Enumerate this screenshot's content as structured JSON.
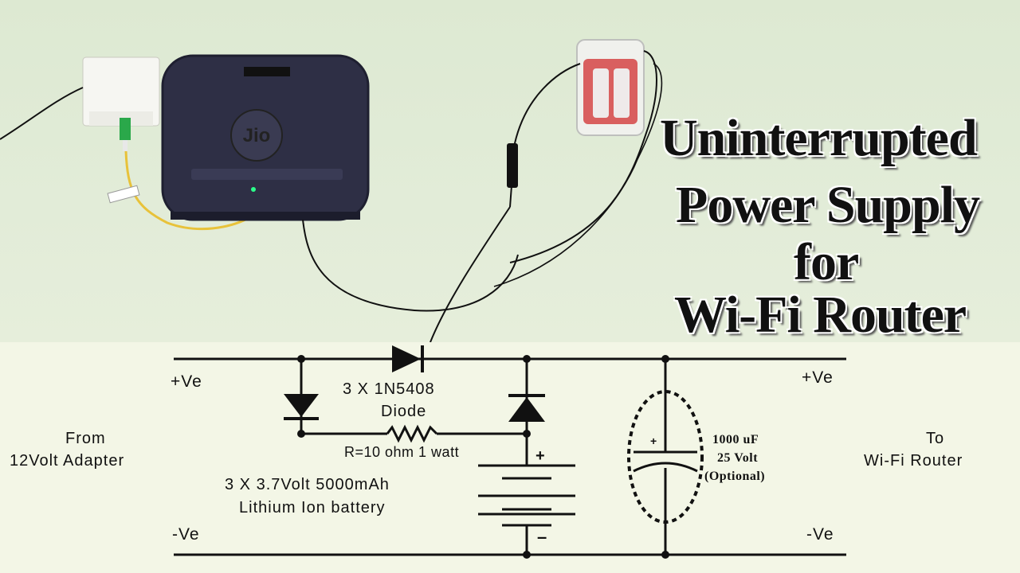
{
  "title": {
    "line1": "Uninterrupted",
    "line2": "Power Supply",
    "line3": "for",
    "line4": "Wi-Fi Router"
  },
  "router": {
    "logo": "Jio"
  },
  "schematic": {
    "pos_left": "+Ve",
    "pos_right": "+Ve",
    "neg_left": "-Ve",
    "neg_right": "-Ve",
    "from_line1": "From",
    "from_line2": "12Volt Adapter",
    "to_line1": "To",
    "to_line2": "Wi-Fi Router",
    "diode_line1": "3 X 1N5408",
    "diode_line2": "Diode",
    "resistor": "R=10 ohm 1 watt",
    "battery_line1": "3 X 3.7Volt 5000mAh",
    "battery_line2": "Lithium Ion battery",
    "battery_plus": "+",
    "battery_minus": "–",
    "cap_plus": "+",
    "cap_line1": "1000 uF",
    "cap_line2": "25 Volt",
    "cap_line3": "(Optional)"
  },
  "colors": {
    "wall": "#e2ecd8",
    "router_body": "#2e2f45",
    "wire": "#111111",
    "fiber": "#e8c23a"
  }
}
